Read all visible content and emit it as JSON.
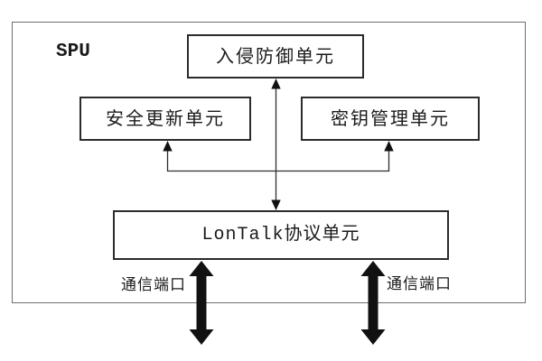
{
  "diagram": {
    "container_label": "SPU",
    "boxes": {
      "intrusion_prevention": {
        "label": "入侵防御单元"
      },
      "security_update": {
        "label": "安全更新单元"
      },
      "key_management": {
        "label": "密钥管理单元"
      },
      "lontalk_protocol": {
        "label": "LonTalk协议单元"
      }
    },
    "ports": {
      "left_label": "通信端口",
      "right_label": "通信端口"
    },
    "connections": [
      "入侵防御单元 <-> LonTalk协议单元 (vertical double arrow)",
      "LonTalk协议单元 -> 安全更新单元 (branch, arrow up)",
      "LonTalk协议单元 -> 密钥管理单元 (branch, arrow up)",
      "LonTalk协议单元 <-> 通信端口 left (thick double arrow)",
      "LonTalk协议单元 <-> 通信端口 right (thick double arrow)"
    ],
    "colors": {
      "background": "#ffffff",
      "frame_border": "#6e6e6e",
      "box_border": "#2b2b2b",
      "line": "#2f2f2f",
      "thick_arrow": "#111111",
      "text": "#1a1a1a"
    }
  }
}
